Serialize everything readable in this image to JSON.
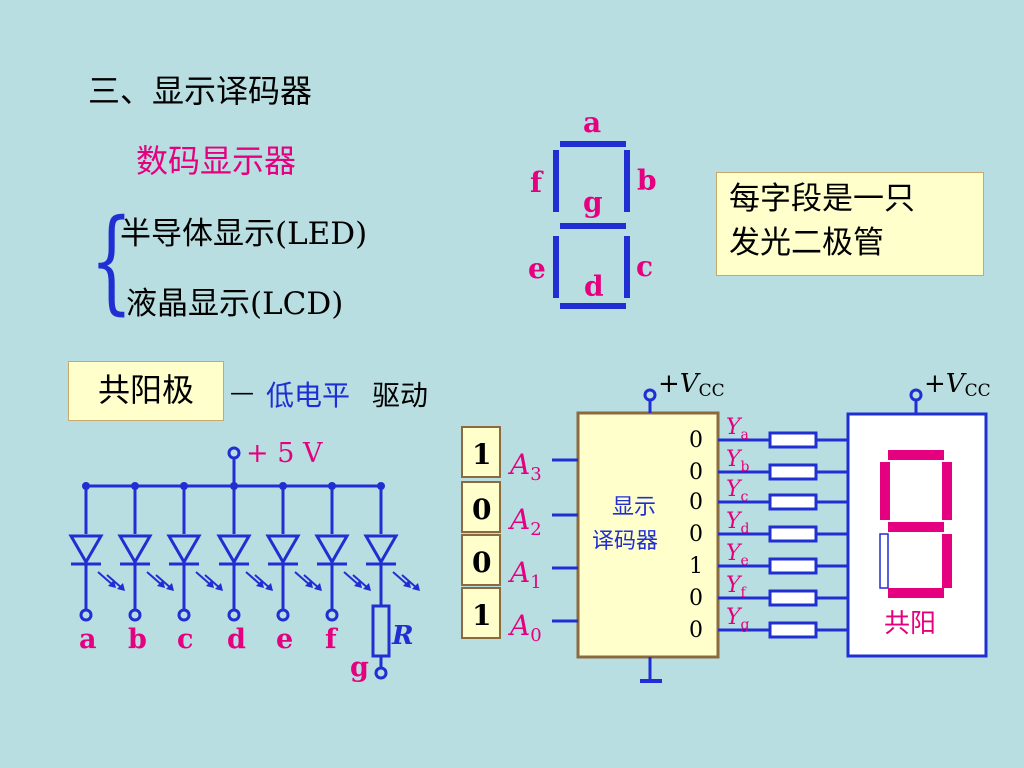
{
  "title": "三、显示译码器",
  "subtitle": "数码显示器",
  "display_types": [
    {
      "label": "半导体显示(LED)"
    },
    {
      "label": "液晶显示(LCD)"
    }
  ],
  "brace_glyph": "{",
  "segments": [
    "a",
    "b",
    "c",
    "d",
    "e",
    "f",
    "g"
  ],
  "segment_note": "每字段是一只发光二极管",
  "segment_note_lines": [
    "每字段是一只",
    "发光二极管"
  ],
  "common_anode_label": "共阳极",
  "dash": "—",
  "drive_low": "低电平",
  "drive_word": "驱动",
  "supply_label": "+ 5 V",
  "led_labels": [
    "a",
    "b",
    "c",
    "d",
    "e",
    "f",
    "g"
  ],
  "resistor_label": "R",
  "vcc_plus": "+",
  "vcc_letter": "V",
  "vcc_sub": "CC",
  "input_bits": [
    "1",
    "0",
    "0",
    "1"
  ],
  "input_names": [
    {
      "letter": "A",
      "sub": "3"
    },
    {
      "letter": "A",
      "sub": "2"
    },
    {
      "letter": "A",
      "sub": "1"
    },
    {
      "letter": "A",
      "sub": "0"
    }
  ],
  "decoder_label_lines": [
    "显示",
    "译码器"
  ],
  "output_bits": [
    "0",
    "0",
    "0",
    "0",
    "1",
    "0",
    "0"
  ],
  "output_names": [
    {
      "letter": "Y",
      "sub": "a"
    },
    {
      "letter": "Y",
      "sub": "b"
    },
    {
      "letter": "Y",
      "sub": "c"
    },
    {
      "letter": "Y",
      "sub": "d"
    },
    {
      "letter": "Y",
      "sub": "e"
    },
    {
      "letter": "Y",
      "sub": "f"
    },
    {
      "letter": "Y",
      "sub": "g"
    }
  ],
  "display_common_label": "共阳",
  "colors": {
    "background": "#b8dee2",
    "blue": "#1f2fd2",
    "magenta": "#e4007f",
    "note_fill": "#ffffcc"
  }
}
